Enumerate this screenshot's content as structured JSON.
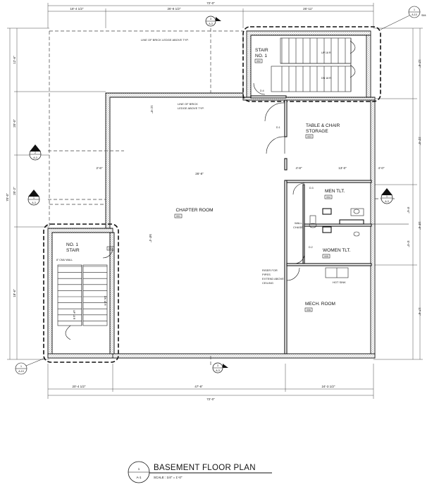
{
  "drawing": {
    "title": "BASEMENT FLOOR PLAN",
    "scale": "SCALE : 1/4\" = 1'-0\"",
    "callout_number": "1",
    "callout_sheet": "A-1"
  },
  "rooms": [
    {
      "key": "chapter",
      "name": "CHAPTER ROOM",
      "tag": "001"
    },
    {
      "key": "stair1",
      "name_line1": "STAIR",
      "name_line2": "NO. 1",
      "tag": "002"
    },
    {
      "key": "storage",
      "name_line1": "TABLE & CHAIR",
      "name_line2": "STORAGE",
      "tag": "003"
    },
    {
      "key": "men",
      "name": "MEN TLT.",
      "tag": "004"
    },
    {
      "key": "women",
      "name": "WOMEN TLT.",
      "tag": "005"
    },
    {
      "key": "mech",
      "name": "MECH. ROOM",
      "tag": "006"
    },
    {
      "key": "stair2",
      "name_line1": "NO. 1",
      "name_line2": "STAIR",
      "tag": "007"
    }
  ],
  "notes": {
    "brick_line_1": "LINE OF BRICK",
    "brick_line_2": "LEDGE ABOVE TYP.",
    "upper_label": "LINE OF BRICK LEDGE ABOVE TYP.",
    "riser_note_1": "RISER FOR",
    "riser_note_2": "PIPES",
    "riser_note_3": "EXTEND ABOVE",
    "riser_note_4": "CEILING",
    "hot_sink": "HOT SINK",
    "up_label": "UP",
    "dn_label": "DN",
    "up18r": "UP 18 R",
    "dn18r": "DN 18 R",
    "wall_label": "8\" CMU WALL",
    "chase_label": "WALL",
    "chase_label2": "CHASE",
    "door_tag_1": "D.1",
    "door_tag_2": "D.2",
    "door_tag_3": "D.3",
    "door_tag_4": "D.4"
  },
  "sections": [
    {
      "key": "a_top",
      "num": "3",
      "sheet": "A-3"
    },
    {
      "key": "a_bottom",
      "num": "3",
      "sheet": "A-3"
    },
    {
      "key": "b_left",
      "num": "2",
      "sheet": "A-3"
    },
    {
      "key": "b_left2",
      "num": "1",
      "sheet": "A-3"
    },
    {
      "key": "b_right",
      "num": "1",
      "sheet": "A-3"
    },
    {
      "key": "detail_tr",
      "num": "1",
      "sheet": "A-10",
      "note": "SIM."
    },
    {
      "key": "detail_bl",
      "num": "1",
      "sheet": "A-10"
    }
  ],
  "dimensions": {
    "top_overall": "72'-0\"",
    "top_seg1": "18'-4 1/2\"",
    "top_seg2": "26'-8 1/2\"",
    "top_seg3": "26'-11\"",
    "bottom_overall": "72'-0\"",
    "bottom_seg1": "20'-4 1/2\"",
    "bottom_seg2": "47'-8\"",
    "bottom_seg3": "24'-3 1/2\"",
    "left_overall": "70'-0\"",
    "left_seg1": "12'-6\"",
    "left_seg2": "20'-0\"",
    "left_seg3": "20'-2\"",
    "left_seg4": "18'-6\"",
    "right_seg1": "12'-6\"",
    "right_seg2": "22'-0\"",
    "right_seg3": "18'-6\"",
    "right_seg4": "17'-6\"",
    "chapter_width": "26'-8\"",
    "chapter_height": "50'-4\"",
    "interior_a": "4'-8\"",
    "interior_b": "13'-0\"",
    "interior_c": "2'-6\"",
    "interior_d": "4'-0\"",
    "interior_e": "5'-0\"",
    "interior_f": "9'-6\"",
    "stair_dim": "11'-0\""
  }
}
